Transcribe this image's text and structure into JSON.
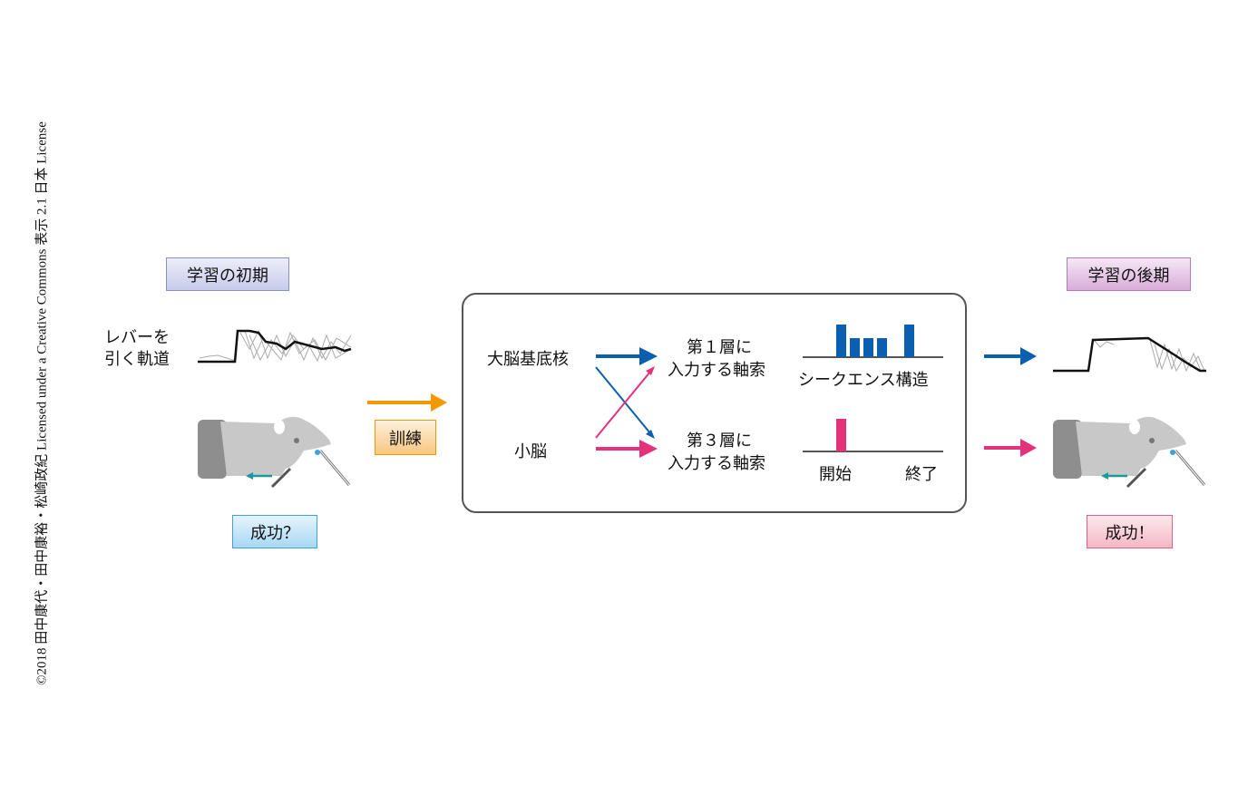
{
  "credit": "©2018 田中康代・田中康裕・松崎政紀 Licensed under a Creative Commons 表示 2.1 日本 License",
  "early": {
    "title": "学習の初期",
    "trace_label_1": "レバーを",
    "trace_label_2": "引く軌道",
    "result": "成功？"
  },
  "training": "訓練",
  "center": {
    "input_basal": "大脳基底核",
    "input_cerebellum": "小脳",
    "layer1_1": "第１層に",
    "layer1_2": "入力する軸索",
    "layer3_1": "第３層に",
    "layer3_2": "入力する軸索",
    "sequence_label": "シークエンス構造",
    "start": "開始",
    "end": "終了"
  },
  "late": {
    "title": "学習の後期",
    "result": "成功！"
  },
  "colors": {
    "blue": "#0a5fb0",
    "pink": "#e5317a",
    "orange": "#f39800",
    "teal": "#1a9a9a"
  }
}
